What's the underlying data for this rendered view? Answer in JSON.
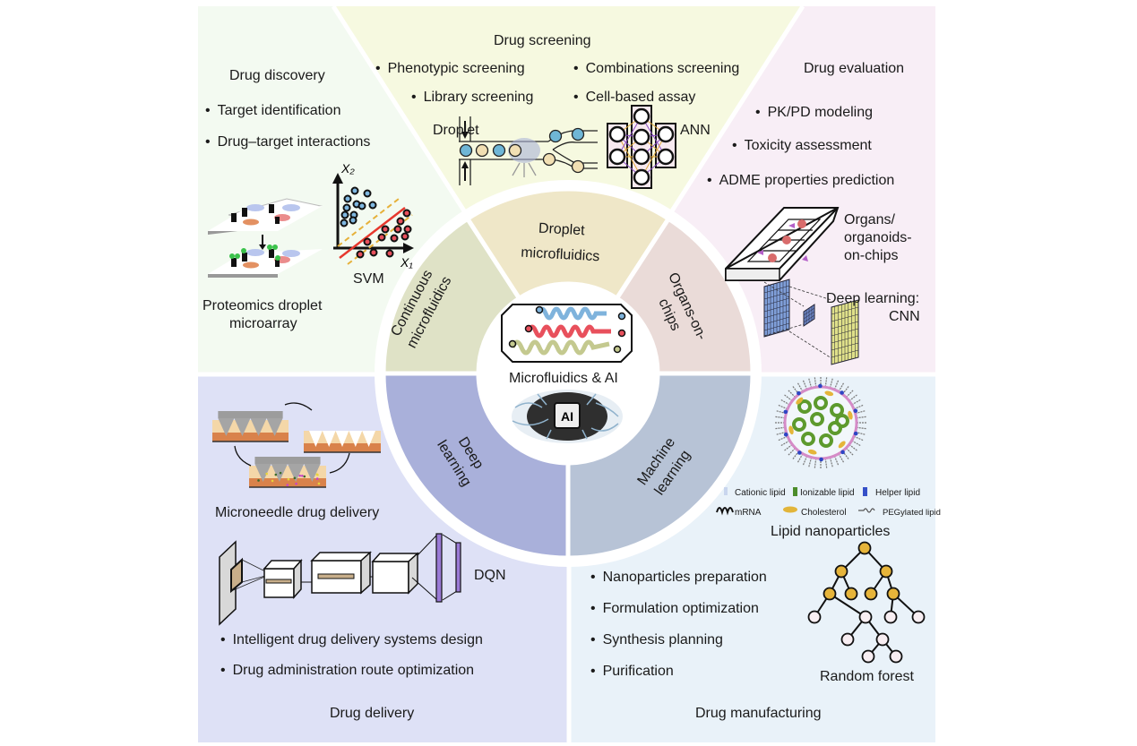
{
  "center": {
    "title": "Microfluidics & AI",
    "chip_icon": "microfluidic-chip-icon",
    "ai_icon": "ai-brain-chip-icon",
    "ai_label": "AI"
  },
  "ring_segments": [
    {
      "label_line1": "Continuous",
      "label_line2": "microfluidics",
      "color": "#dfe2c6"
    },
    {
      "label_line1": "Droplet",
      "label_line2": "microfluidics",
      "color": "#efe7c8"
    },
    {
      "label_line1": "Organs-on-",
      "label_line2": "chips",
      "color": "#eadbd8"
    },
    {
      "label_line1": "Machine",
      "label_line2": "learning",
      "color": "#b7c3d6"
    },
    {
      "label_line1": "Deep",
      "label_line2": "learning",
      "color": "#a9b0da"
    }
  ],
  "panels": {
    "drug_discovery": {
      "title": "Drug discovery",
      "bullets": [
        "Target identification",
        "Drug–target interactions"
      ],
      "figure_labels": {
        "microarray": "Proteomics droplet",
        "microarray2": "microarray",
        "svm": "SVM",
        "x1": "X₁",
        "x2": "X₂"
      },
      "color": "#f3faf1"
    },
    "drug_screening": {
      "title": "Drug screening",
      "bullets": [
        "Phenotypic screening",
        "Library screening",
        "Combinations screening",
        "Cell-based assay"
      ],
      "figure_labels": {
        "droplet": "Droplet",
        "ann": "ANN"
      },
      "color": "#f6f9e0"
    },
    "drug_evaluation": {
      "title": "Drug evaluation",
      "bullets": [
        "PK/PD modeling",
        "Toxicity assessment",
        "ADME properties prediction"
      ],
      "figure_labels": {
        "organs1": "Organs/",
        "organs2": "organoids-",
        "organs3": "on-chips",
        "cnn1": "Deep learning:",
        "cnn2": "CNN"
      },
      "color": "#f8eef6"
    },
    "drug_delivery": {
      "title": "Drug delivery",
      "bullets": [
        "Intelligent drug delivery systems design",
        "Drug administration route optimization"
      ],
      "figure_labels": {
        "microneedle": "Microneedle drug delivery",
        "dqn": "DQN"
      },
      "color": "#dee1f6"
    },
    "drug_manufacturing": {
      "title": "Drug manufacturing",
      "bullets": [
        "Nanoparticles preparation",
        "Formulation optimization",
        "Synthesis planning",
        "Purification"
      ],
      "figure_labels": {
        "lnp": "Lipid nanoparticles",
        "rf": "Random forest"
      },
      "legend": [
        "Cationic lipid",
        "Ionizable lipid",
        "Helper lipid",
        "mRNA",
        "Cholesterol",
        "PEGylated lipid"
      ],
      "color": "#e9f2f9"
    }
  }
}
